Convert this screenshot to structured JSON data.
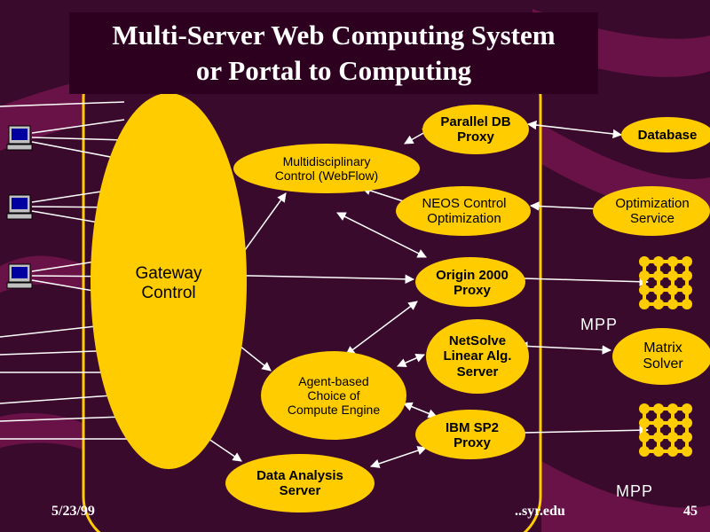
{
  "title": "Multi-Server Web Computing System\nor Portal to Computing",
  "nodes": {
    "gateway": "Gateway\nControl",
    "parallel_db": "Parallel DB\nProxy",
    "database": "Database",
    "multidisciplinary": "Multidisciplinary\nControl (WebFlow)",
    "neos": "NEOS Control\nOptimization",
    "optimization_service": "Optimization\nService",
    "origin": "Origin 2000\nProxy",
    "netsolve": "NetSolve\nLinear Alg.\nServer",
    "matrix_solver": "Matrix\nSolver",
    "agent": "Agent-based\nChoice of\nCompute Engine",
    "ibm": "IBM SP2\nProxy",
    "data_analysis": "Data Analysis\nServer"
  },
  "mpp_labels": [
    "MPP",
    "MPP"
  ],
  "footer": {
    "date": "5/23/99",
    "url": "..syr.edu",
    "page": "45"
  },
  "colors": {
    "background": "#3a0a2c",
    "node_fill": "#ffcc00",
    "title_bg": "#2e0020",
    "text_light": "#ffffff",
    "line": "#ffffff"
  }
}
